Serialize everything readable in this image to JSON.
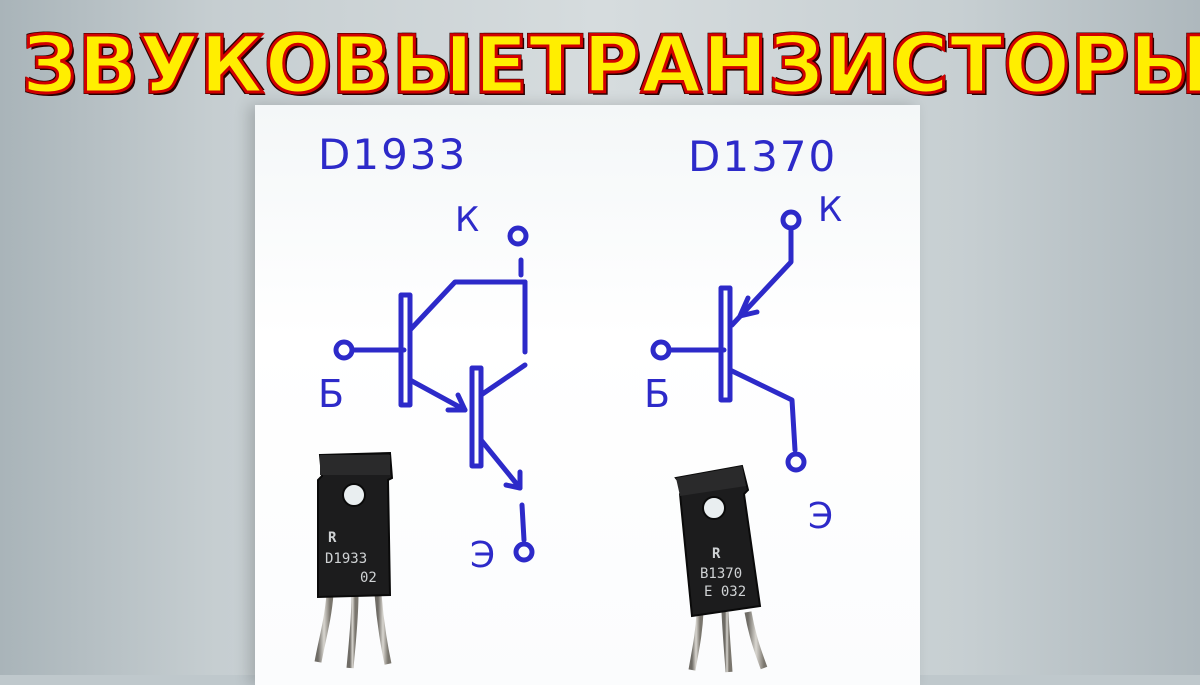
{
  "banner": {
    "word1": "ЗВУКОВЫЕ",
    "word2": "ТРАНЗИСТОРЫ"
  },
  "left_diagram": {
    "part": "D1933",
    "collector": "К",
    "base": "Б",
    "emitter": "Э"
  },
  "right_diagram": {
    "part": "D1370",
    "collector": "К",
    "base": "Б",
    "emitter": "Э"
  },
  "left_transistor": {
    "logo": "R",
    "marking_line1": "D1933",
    "marking_line2": "02"
  },
  "right_transistor": {
    "logo": "R",
    "marking_line1": "B1370",
    "marking_line2": "E 032"
  },
  "colors": {
    "banner_fill": "#ffee00",
    "banner_outline": "#d10000",
    "ink": "#2d2ac9"
  }
}
